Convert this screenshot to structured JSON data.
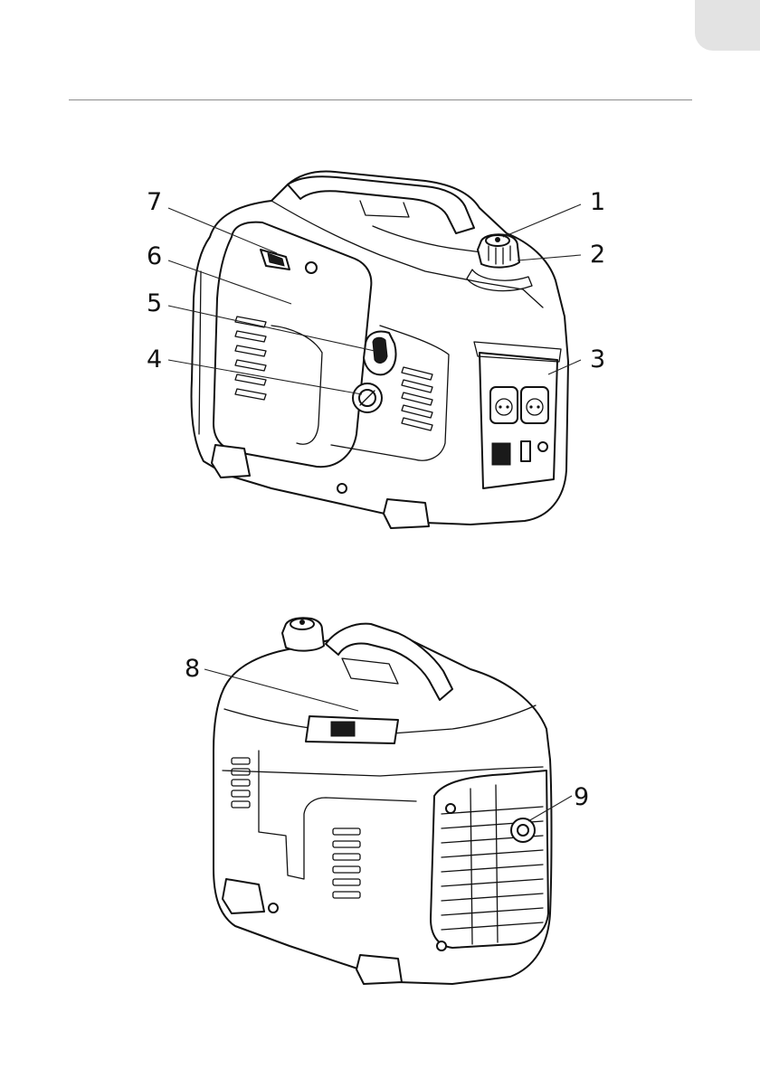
{
  "figures": [
    {
      "callouts": [
        {
          "id": "c1",
          "label": "1"
        },
        {
          "id": "c2",
          "label": "2"
        },
        {
          "id": "c3",
          "label": "3"
        },
        {
          "id": "c4",
          "label": "4"
        },
        {
          "id": "c5",
          "label": "5"
        },
        {
          "id": "c6",
          "label": "6"
        },
        {
          "id": "c7",
          "label": "7"
        }
      ]
    },
    {
      "callouts": [
        {
          "id": "c8",
          "label": "8"
        },
        {
          "id": "c9",
          "label": "9"
        }
      ]
    }
  ],
  "colors": {
    "ink": "#111111",
    "rule": "#8c8c8c",
    "tab": "#e3e3e3"
  }
}
